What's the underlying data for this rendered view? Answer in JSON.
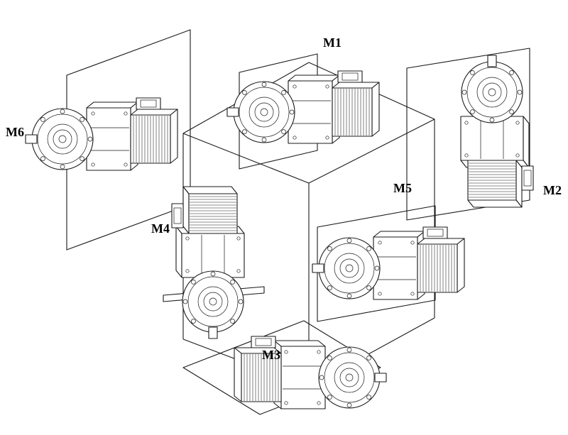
{
  "colors": {
    "line": "#1a1a1a",
    "background": "#ffffff"
  },
  "diagram": {
    "labels": [
      {
        "id": "M1",
        "text": "M1"
      },
      {
        "id": "M2",
        "text": "M2"
      },
      {
        "id": "M3",
        "text": "M3"
      },
      {
        "id": "M4",
        "text": "M4"
      },
      {
        "id": "M5",
        "text": "M5"
      },
      {
        "id": "M6",
        "text": "M6"
      }
    ]
  }
}
